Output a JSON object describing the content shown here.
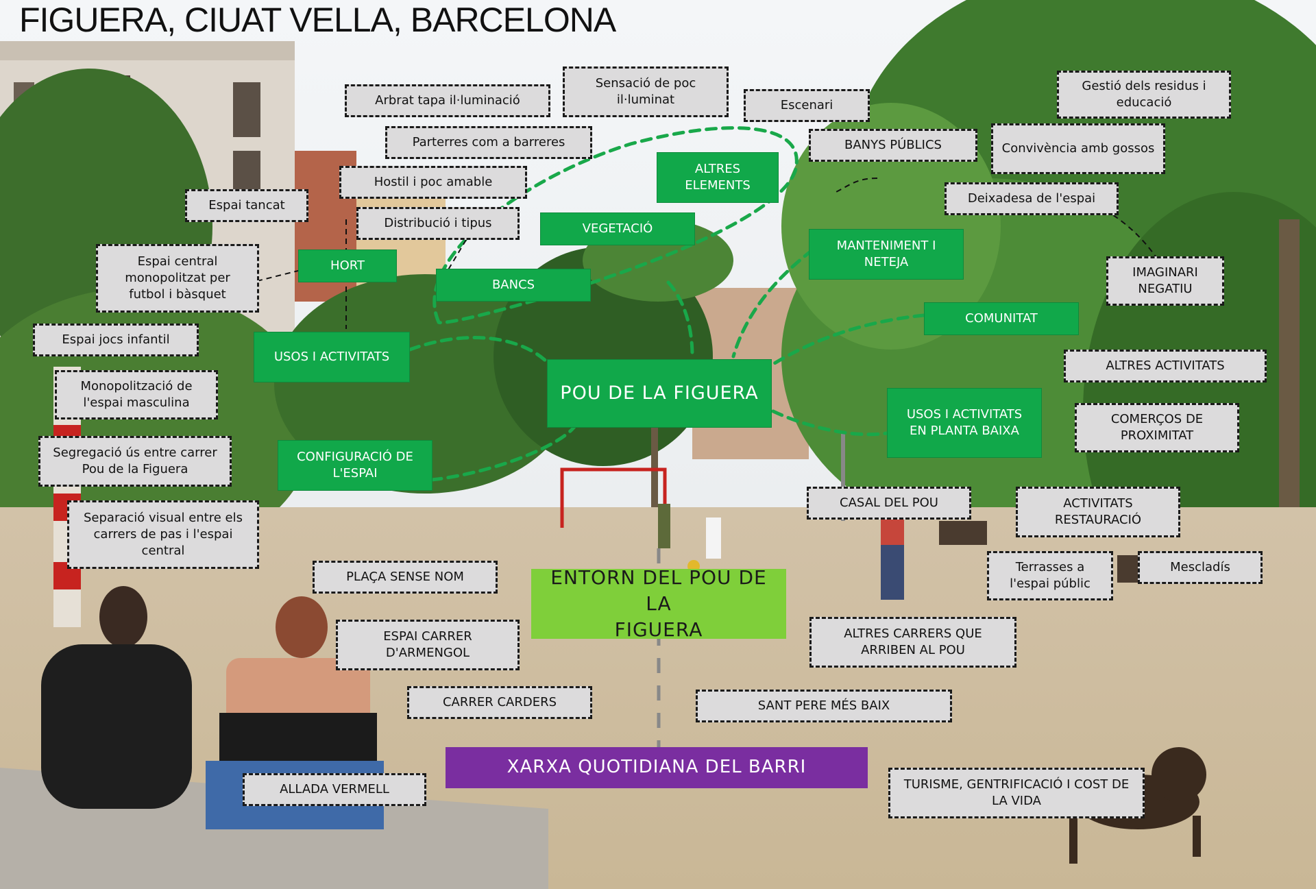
{
  "title": "FIGUERA, CIUAT VELLA, BARCELONA",
  "colors": {
    "green": "#11a84a",
    "lime": "#7fcf3a",
    "purple": "#7a2ea0",
    "grey": "#dcdbdc",
    "connector": "#19a84a"
  },
  "center": {
    "label": "POU DE LA FIGUERA"
  },
  "entorn": {
    "label": "ENTORN DEL POU DE LA\nFIGUERA"
  },
  "xarxa": {
    "label": "XARXA QUOTIDIANA DEL BARRI"
  },
  "categories": {
    "altres_elements": "ALTRES\nELEMENTS",
    "vegetacio": "VEGETACIÓ",
    "hort": "HORT",
    "bancs": "BANCS",
    "manteniment": "MANTENIMENT I\nNETEJA",
    "comunitat": "COMUNITAT",
    "usos": "USOS I ACTIVITATS",
    "usos_planta": "USOS I ACTIVITATS\nEN PLANTA BAIXA",
    "configuracio": "CONFIGURACIÓ DE\nL'ESPAI"
  },
  "notes": {
    "arbrat": "Arbrat tapa il·luminació",
    "sensacio": "Sensació de poc\nil·luminat",
    "escenari": "Escenari",
    "gestio": "Gestió dels residus i\neducació",
    "parterres": "Parterres com a barreres",
    "banys": "BANYS PÚBLICS",
    "convivencia": "Convivència amb gossos",
    "hostil": "Hostil i poc amable",
    "espai_tancat": "Espai tancat",
    "deixadesa": "Deixadesa de l'espai",
    "distribucio": "Distribució i tipus",
    "espai_central": "Espai central\nmonopolitzat per\nfutbol i bàsquet",
    "imaginari": "IMAGINARI\nNEGATIU",
    "jocs": "Espai jocs infantil",
    "altres_activitats": "ALTRES ACTIVITATS",
    "monopolitzacio": "Monopolització de\nl'espai masculina",
    "comercos": "COMERÇOS DE\nPROXIMITAT",
    "segregacio": "Segregació ús entre carrer\nPou de la Figuera",
    "casal": "CASAL DEL POU",
    "activitats_rest": "ACTIVITATS\nRESTAURACIÓ",
    "separacio": "Separació visual entre els\ncarrers de pas i l'espai\ncentral",
    "terrasses": "Terrasses a\nl'espai públic",
    "mescladis": "Mescladís",
    "placa": "PLAÇA SENSE NOM",
    "armengol": "ESPAI CARRER\nD'ARMENGOL",
    "altres_carrers": "ALTRES CARRERS QUE\nARRIBEN AL POU",
    "carders": "CARRER CARDERS",
    "sant_pere": "SANT PERE MÉS BAIX",
    "allada": "ALLADA VERMELL",
    "turisme": "TURISME, GENTRIFICACIÓ I COST DE\nLA VIDA"
  }
}
